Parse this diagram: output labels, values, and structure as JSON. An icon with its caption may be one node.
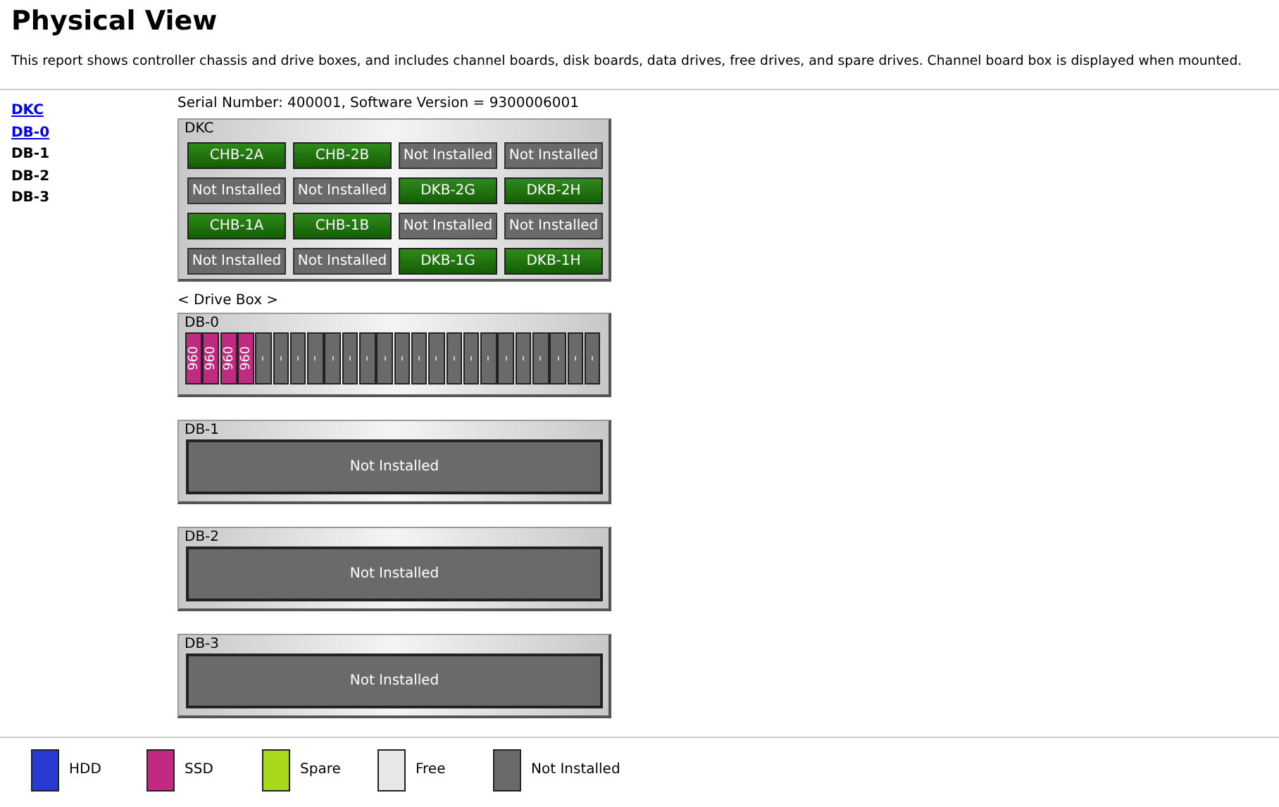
{
  "diagram": {
    "title": "Physical View",
    "nodes": [
      {
        "text": [
          "DKC"
        ]
      },
      {
        "text": [
          "CHB-2A"
        ],
        "in": 0
      },
      {
        "text": [
          "CHB-2B"
        ],
        "in": 0
      },
      {
        "text": [
          "Not Installed"
        ],
        "in": 0
      },
      {
        "text": [
          "Not Installed"
        ],
        "in": 0
      },
      {
        "text": [
          "Not Installed"
        ],
        "in": 0
      },
      {
        "text": [
          "Not Installed"
        ],
        "in": 0
      },
      {
        "text": [
          "DKB-2G"
        ],
        "in": 0
      },
      {
        "text": [
          "DKB-2H"
        ],
        "in": 0
      },
      {
        "text": [
          "CHB-1A"
        ],
        "in": 0
      },
      {
        "text": [
          "CHB-1B"
        ],
        "in": 0
      },
      {
        "text": [
          "Not Installed"
        ],
        "in": 0
      },
      {
        "text": [
          "Not Installed"
        ],
        "in": 0
      },
      {
        "text": [
          "Not Installed"
        ],
        "in": 0
      },
      {
        "text": [
          "Not Installed"
        ],
        "in": 0
      },
      {
        "text": [
          "DKB-1G"
        ],
        "in": 0
      },
      {
        "text": [
          "DKB-1H"
        ],
        "in": 0
      },
      {
        "text": [
          "DB-0"
        ]
      },
      {
        "text": [
          "960"
        ],
        "in": 17
      },
      {
        "text": [
          "960"
        ],
        "in": 17
      },
      {
        "text": [
          "960"
        ],
        "in": 17
      },
      {
        "text": [
          "960"
        ],
        "in": 17
      },
      {
        "text": [],
        "shape": "bar",
        "in": 17
      },
      {
        "text": [],
        "shape": "bar",
        "in": 17
      },
      {
        "text": [],
        "shape": "bar",
        "in": 17
      },
      {
        "text": [],
        "shape": "bar",
        "in": 17
      },
      {
        "text": [],
        "shape": "bar",
        "in": 17
      },
      {
        "text": [],
        "shape": "bar",
        "in": 17
      },
      {
        "text": [],
        "shape": "bar",
        "in": 17
      },
      {
        "text": [],
        "shape": "bar",
        "in": 17
      },
      {
        "text": [],
        "shape": "bar",
        "in": 17
      },
      {
        "text": [],
        "shape": "bar",
        "in": 17
      },
      {
        "text": [],
        "shape": "bar",
        "in": 17
      },
      {
        "text": [],
        "shape": "bar",
        "in": 17
      },
      {
        "text": [],
        "shape": "bar",
        "in": 17
      },
      {
        "text": [],
        "shape": "bar",
        "in": 17
      },
      {
        "text": [],
        "shape": "bar",
        "in": 17
      },
      {
        "text": [],
        "shape": "bar",
        "in": 17
      },
      {
        "text": [],
        "shape": "bar",
        "in": 17
      },
      {
        "text": [],
        "shape": "bar",
        "in": 17
      },
      {
        "text": [],
        "shape": "bar",
        "in": 17
      },
      {
        "text": [],
        "shape": "bar",
        "in": 17
      },
      {
        "text": [
          "DB-1"
        ]
      },
      {
        "text": [
          "Not Installed"
        ],
        "in": 42
      },
      {
        "text": [
          "DB-2"
        ]
      },
      {
        "text": [
          "Not Installed"
        ],
        "in": 44
      },
      {
        "text": [
          "DB-3"
        ]
      },
      {
        "text": [
          "Not Installed"
        ],
        "in": 46
      }
    ],
    "edges": [],
    "labels": [
      "This report shows controller chassis and drive boxes, and includes channel boards, disk boards, data drives, free drives, and spare drives. Channel board box is displayed when mounted.",
      "DKC",
      "DB-0",
      "DB-1",
      "DB-2",
      "DB-3",
      "Serial Number: 400001, Software Version = 9300006001",
      "< Drive Box >"
    ],
    "legend": [
      {
        "text": "HDD",
        "color": "#2a3ad0"
      },
      {
        "text": "SSD",
        "color": "#c02a80"
      },
      {
        "text": "Spare",
        "color": "#a8d81a"
      },
      {
        "text": "Free",
        "color": "#e8e8e8"
      },
      {
        "text": "Not Installed",
        "color": "#6a6a6a"
      }
    ]
  }
}
